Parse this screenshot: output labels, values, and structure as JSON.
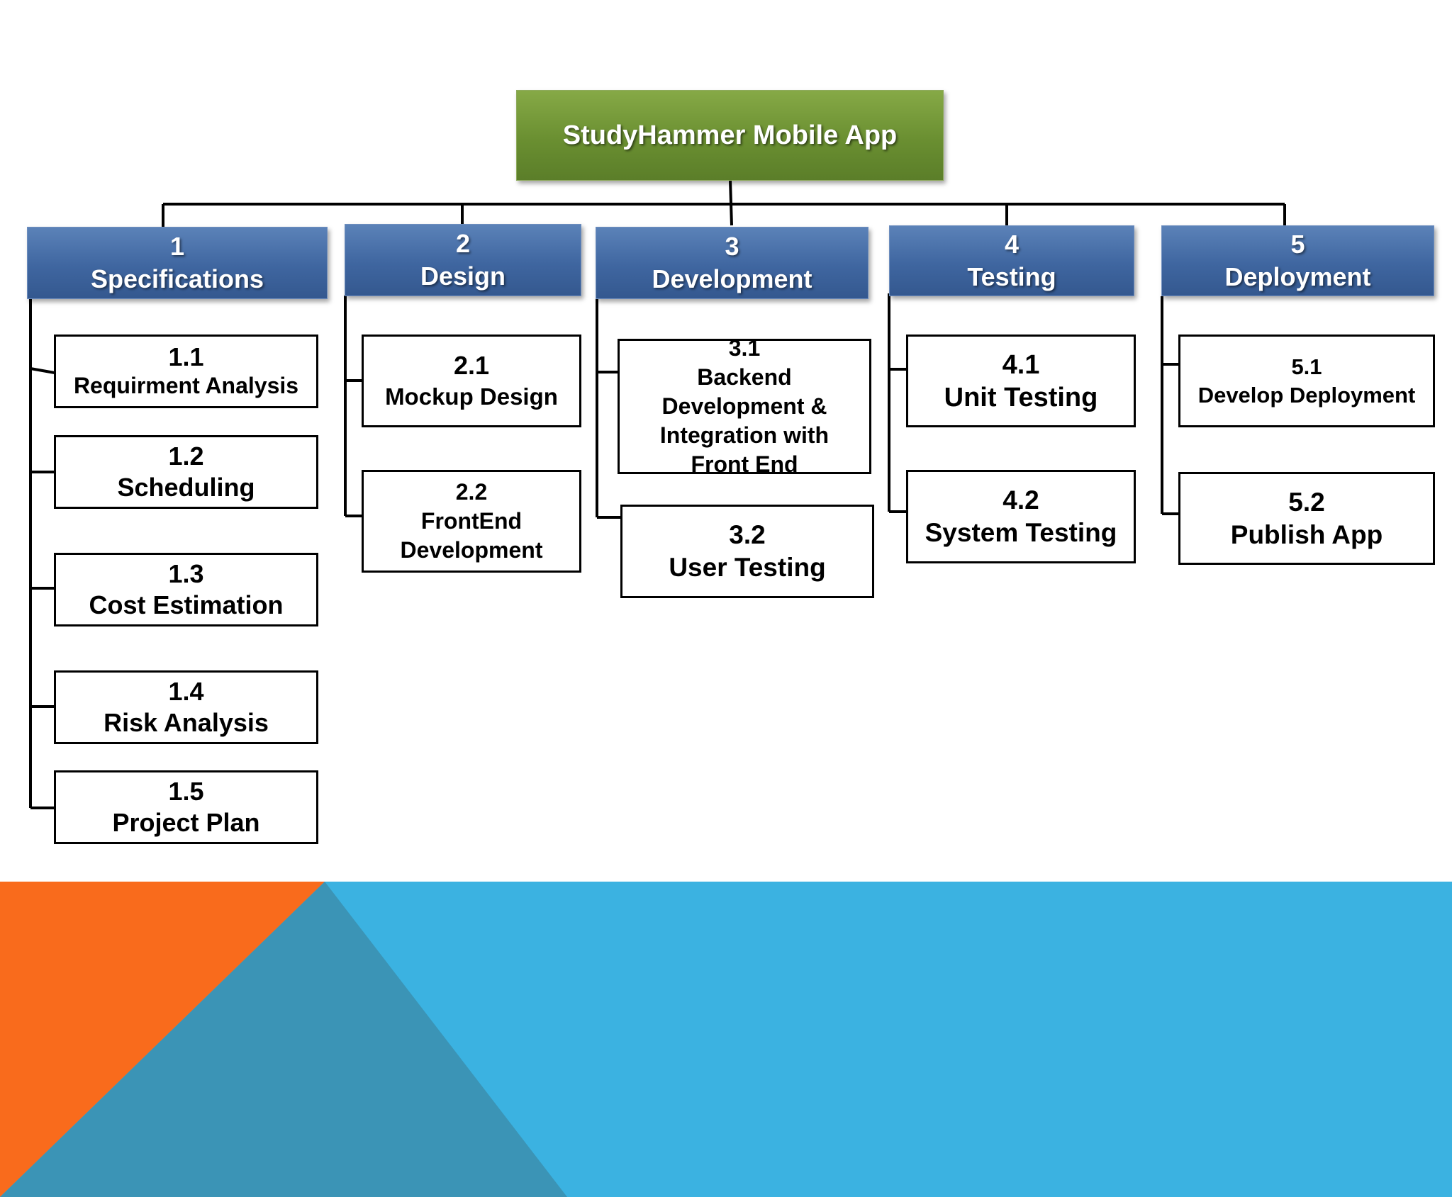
{
  "root": {
    "label": "StudyHammer Mobile App"
  },
  "colors": {
    "root_fill": "#6a8f31",
    "header_fill": "#3f66a0",
    "task_border": "#000000",
    "footer_orange": "#f96b1c",
    "footer_teal": "#3b94b6",
    "footer_sky": "#3bb2e1"
  },
  "phases": [
    {
      "number": "1",
      "title": "Specifications",
      "tasks": [
        {
          "id": "1.1",
          "label": "Requirment Analysis"
        },
        {
          "id": "1.2",
          "label": "Scheduling"
        },
        {
          "id": "1.3",
          "label": "Cost Estimation"
        },
        {
          "id": "1.4",
          "label": "Risk Analysis"
        },
        {
          "id": "1.5",
          "label": "Project Plan"
        }
      ]
    },
    {
      "number": "2",
      "title": "Design",
      "tasks": [
        {
          "id": "2.1",
          "label": "Mockup Design"
        },
        {
          "id": "2.2",
          "label": "FrontEnd Development"
        }
      ]
    },
    {
      "number": "3",
      "title": "Development",
      "tasks": [
        {
          "id": "3.1",
          "label": "Backend Development & Integration with Front End"
        },
        {
          "id": "3.2",
          "label": "User Testing"
        }
      ]
    },
    {
      "number": "4",
      "title": "Testing",
      "tasks": [
        {
          "id": "4.1",
          "label": "Unit Testing"
        },
        {
          "id": "4.2",
          "label": "System Testing"
        }
      ]
    },
    {
      "number": "5",
      "title": "Deployment",
      "tasks": [
        {
          "id": "5.1",
          "label": "Develop Deployment"
        },
        {
          "id": "5.2",
          "label": "Publish App"
        }
      ]
    }
  ]
}
